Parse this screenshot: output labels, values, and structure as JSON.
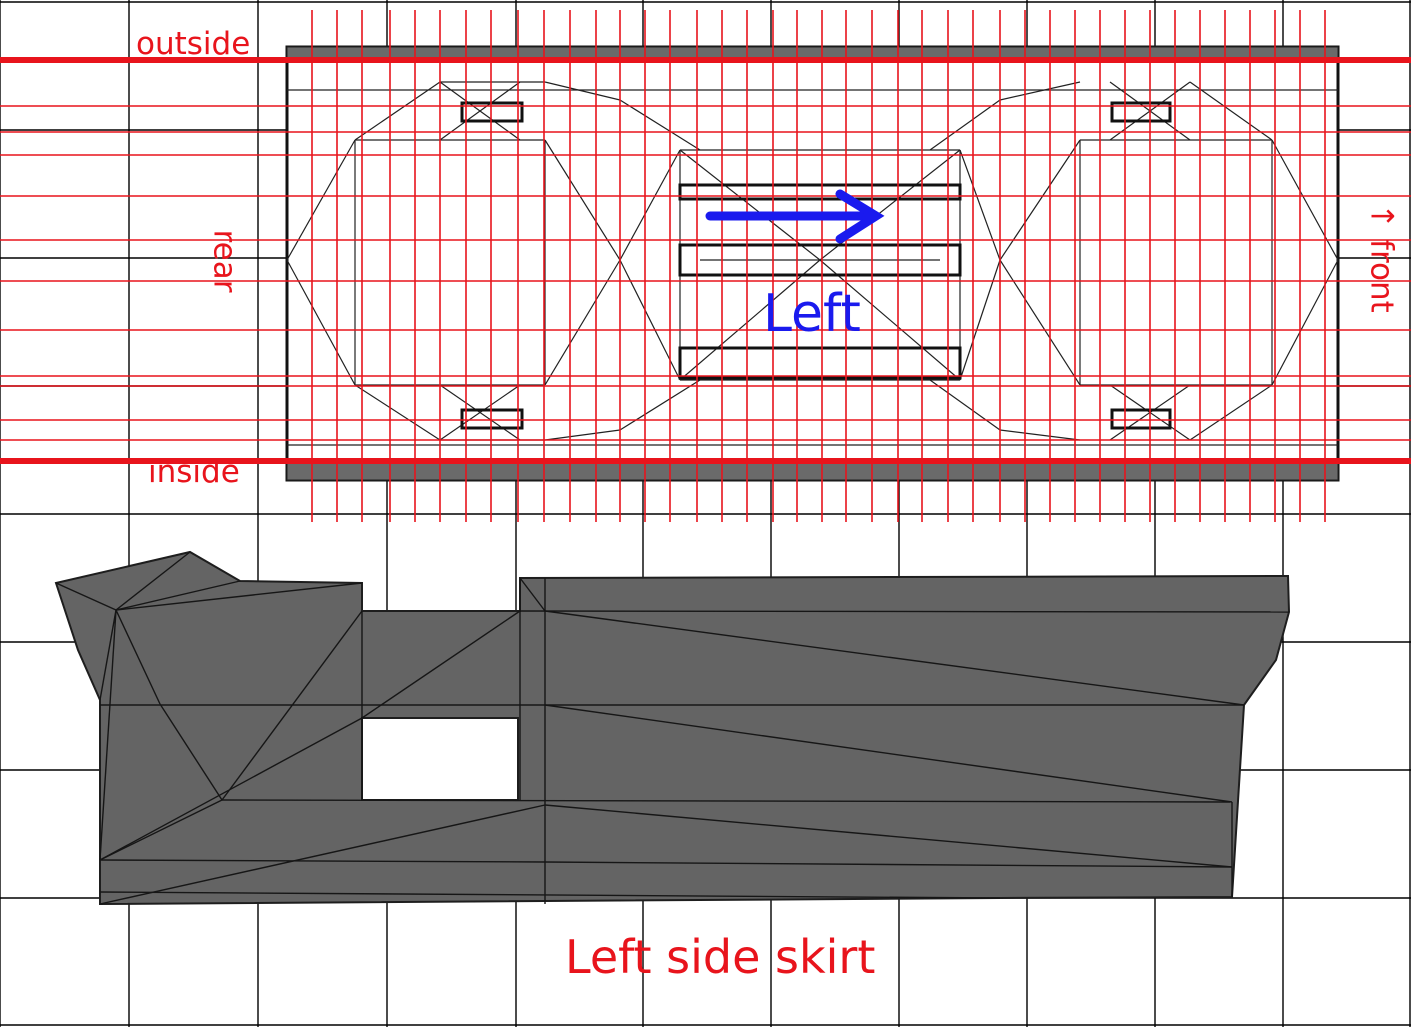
{
  "diagram": {
    "labels": {
      "outside": "outside",
      "inside": "inside",
      "rear": "rear",
      "front": "↑ front",
      "direction": "Left",
      "title": "Left side skirt"
    },
    "colors": {
      "background": "#ffffff",
      "grid": "#000000",
      "guide_lines": "#e8141c",
      "annotation_arrow": "#1a1aee",
      "mesh_fill": "#646464",
      "mesh_edges": "#1e1e1e"
    },
    "views": [
      "top-view-wireframe",
      "side-view-silhouette"
    ]
  }
}
